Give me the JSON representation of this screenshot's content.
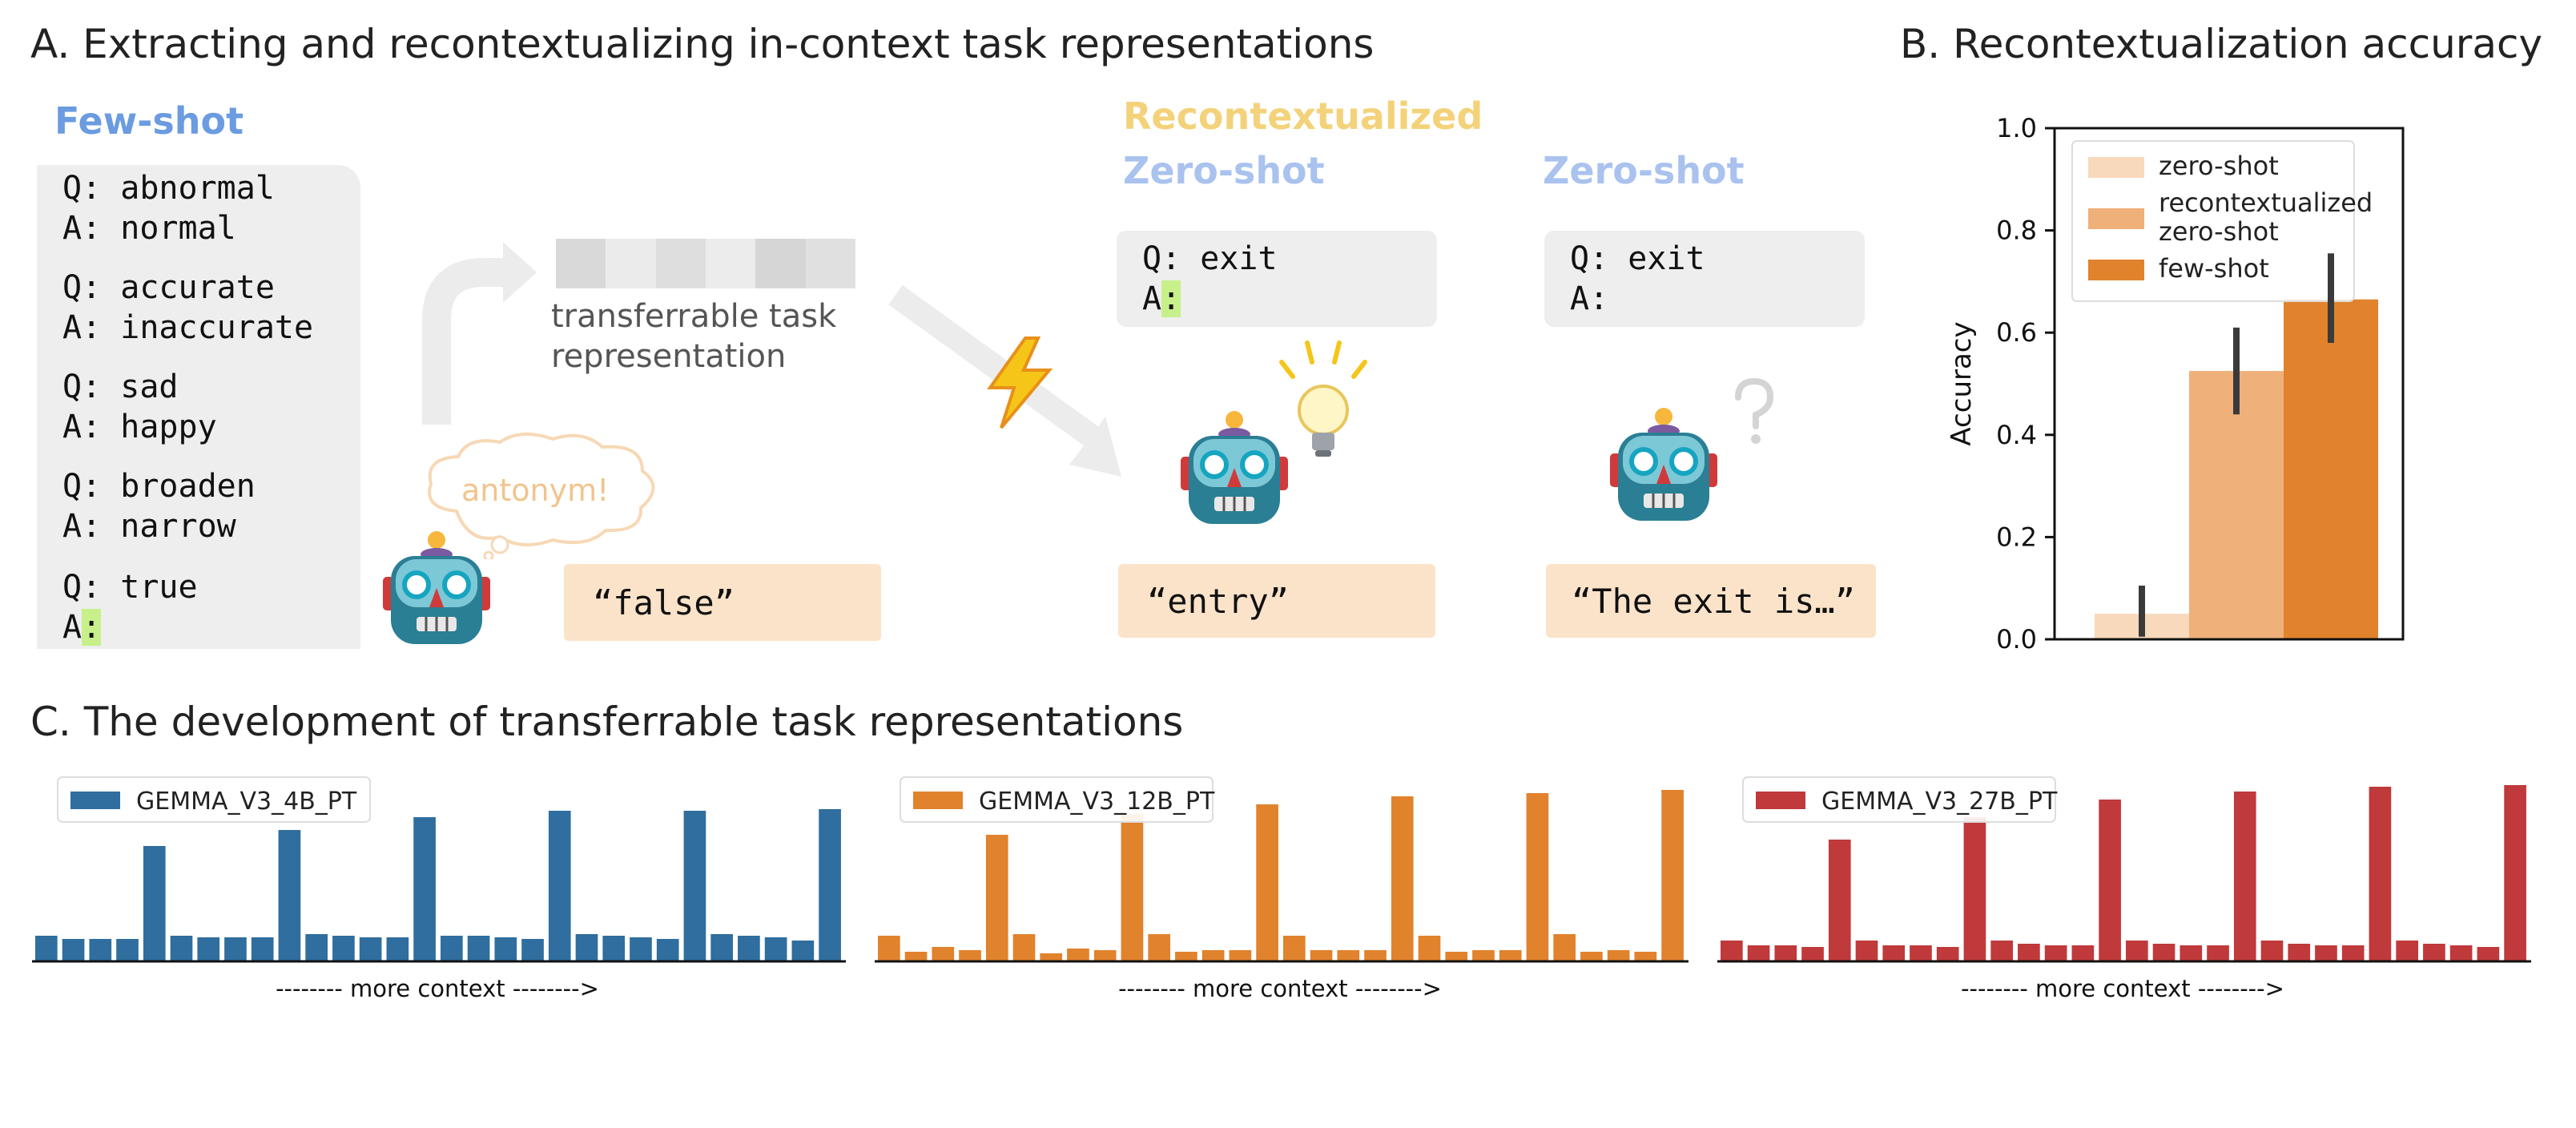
{
  "panel_a": {
    "title": "A. Extracting and recontextualizing in-context task representations",
    "few_shot": {
      "header": "Few-shot",
      "header_color": "#6b9be0",
      "pairs": [
        {
          "q": "Q: abnormal",
          "a": "A: normal"
        },
        {
          "q": "Q: accurate",
          "a": "A: inaccurate"
        },
        {
          "q": "Q: sad",
          "a": "A: happy"
        },
        {
          "q": "Q: broaden",
          "a": "A: narrow"
        }
      ],
      "last_q": "Q: true",
      "last_a_prefix": "A",
      "last_a_colon": ":",
      "thought": "antonym!",
      "output": "“false”"
    },
    "transfer": {
      "label_line1": "transferrable task",
      "label_line2": "representation"
    },
    "recontextualized": {
      "header1": "Recontextualized",
      "header1_color": "#f3d27a",
      "header2": "Zero-shot",
      "header2_color": "#a9c2ee",
      "q": "Q: exit",
      "a_prefix": "A",
      "a_colon": ":",
      "output": "“entry”"
    },
    "zero_shot": {
      "header": "Zero-shot",
      "header_color": "#a9c2ee",
      "q": "Q: exit",
      "a": "A:",
      "output": "“The exit is…”"
    }
  },
  "panel_b": {
    "title": "B. Recontextualization accuracy",
    "chart_data": {
      "type": "bar",
      "ylabel": "Accuracy",
      "ylim": [
        0,
        1.0
      ],
      "yticks": [
        "0.0",
        "0.2",
        "0.4",
        "0.6",
        "0.8",
        "1.0"
      ],
      "legend_position": "top-left",
      "series": [
        {
          "name": "zero-shot",
          "name_lines": [
            "zero-shot"
          ],
          "value": 0.05,
          "err_low": 0.005,
          "err_high": 0.105,
          "color": "#f8d9bc"
        },
        {
          "name": "recontextualized zero-shot",
          "name_lines": [
            "recontextualized",
            "zero-shot"
          ],
          "value": 0.525,
          "err_low": 0.44,
          "err_high": 0.61,
          "color": "#efb07a"
        },
        {
          "name": "few-shot",
          "name_lines": [
            "few-shot"
          ],
          "value": 0.665,
          "err_low": 0.58,
          "err_high": 0.755,
          "color": "#e1822c"
        }
      ]
    }
  },
  "panel_c": {
    "title": "C. The development of transferrable task representations",
    "xlabel": "--------  more context  -------->",
    "chart_data": [
      {
        "type": "bar",
        "series_name": "GEMMA_V3_4B_PT",
        "color": "#2f6e9e",
        "values": [
          0.16,
          0.14,
          0.14,
          0.14,
          0.72,
          0.16,
          0.15,
          0.15,
          0.15,
          0.82,
          0.17,
          0.16,
          0.15,
          0.15,
          0.9,
          0.16,
          0.16,
          0.15,
          0.14,
          0.94,
          0.17,
          0.16,
          0.15,
          0.14,
          0.94,
          0.17,
          0.16,
          0.15,
          0.13,
          0.95
        ]
      },
      {
        "type": "bar",
        "series_name": "GEMMA_V3_12B_PT",
        "color": "#e1822c",
        "values": [
          0.16,
          0.06,
          0.09,
          0.07,
          0.79,
          0.17,
          0.05,
          0.08,
          0.07,
          0.92,
          0.17,
          0.06,
          0.07,
          0.07,
          0.98,
          0.16,
          0.07,
          0.07,
          0.07,
          1.03,
          0.16,
          0.06,
          0.07,
          0.07,
          1.05,
          0.17,
          0.06,
          0.07,
          0.06,
          1.07
        ]
      },
      {
        "type": "bar",
        "series_name": "GEMMA_V3_27B_PT",
        "color": "#c0393b",
        "values": [
          0.13,
          0.1,
          0.1,
          0.09,
          0.76,
          0.13,
          0.1,
          0.1,
          0.09,
          0.9,
          0.13,
          0.11,
          0.1,
          0.1,
          1.01,
          0.13,
          0.11,
          0.1,
          0.1,
          1.06,
          0.13,
          0.11,
          0.1,
          0.1,
          1.09,
          0.13,
          0.11,
          0.1,
          0.09,
          1.1
        ]
      }
    ]
  }
}
